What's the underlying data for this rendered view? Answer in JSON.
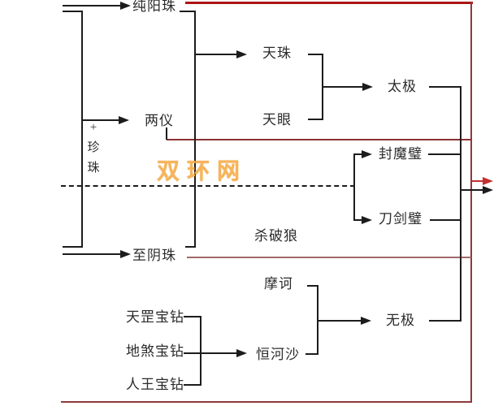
{
  "nodes": {
    "chunyangzhu": "纯阳珠",
    "liangyi": "两仪",
    "plus_pearl": "+\n珍\n珠",
    "zhiyinzhu": "至阴珠",
    "tianzhu": "天珠",
    "tianyan": "天眼",
    "taiji": "太极",
    "fengmobi": "封魔璧",
    "daojianbi": "刀剑璧",
    "shapolang": "杀破狼",
    "mohe": "摩诃",
    "henghesha": "恒河沙",
    "wuji": "无极",
    "tiangang": "天罡宝钻",
    "disha": "地煞宝钻",
    "renwang": "人王宝钻"
  },
  "watermark": "双环网",
  "combines": [
    {
      "inputs": [
        "天珠",
        "天眼"
      ],
      "output": "太极"
    },
    {
      "inputs": [
        "摩诃",
        "恒河沙"
      ],
      "output": "无极"
    },
    {
      "inputs": [
        "天罡宝钻",
        "地煞宝钻",
        "人王宝钻"
      ],
      "output": "恒河沙"
    },
    {
      "inputs": [
        "纯阳珠",
        "至阴珠"
      ],
      "output": "天珠"
    }
  ],
  "colors": {
    "ink": "#1c1c1c",
    "frame_red": "#aa1414",
    "frame_maroon": "#8b3a3a",
    "liangyi_line": "#8b3232",
    "zhiyin_line": "#a16868",
    "exit_arrow_red": "#c43030",
    "text": "#2b2b2b",
    "watermark_orange": "#f6ae4e"
  }
}
